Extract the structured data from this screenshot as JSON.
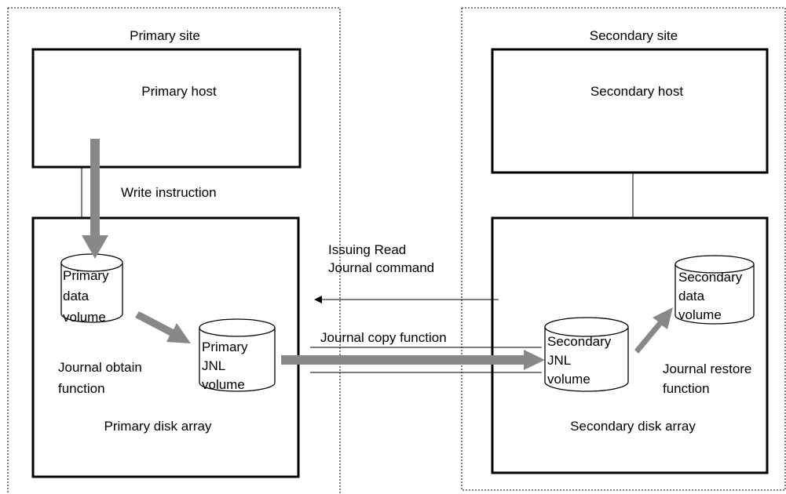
{
  "primary_site": {
    "label": "Primary site",
    "host_label": "Primary host",
    "write_label": "Write instruction",
    "array_label": "Primary disk array",
    "data_volume": [
      "Primary",
      "data",
      "volume"
    ],
    "jnl_volume": [
      "Primary",
      "JNL",
      "volume"
    ],
    "obtain_function": [
      "Journal obtain",
      "function"
    ]
  },
  "secondary_site": {
    "label": "Secondary site",
    "host_label": "Secondary host",
    "array_label": "Secondary disk array",
    "data_volume": [
      "Secondary",
      "data",
      "volume"
    ],
    "jnl_volume": [
      "Secondary",
      "JNL",
      "volume"
    ],
    "restore_function": [
      "Journal restore",
      "function"
    ]
  },
  "links": {
    "read_command": [
      "Issuing Read",
      "Journal command"
    ],
    "copy_function": "Journal copy function"
  },
  "colors": {
    "arrow": "#888888",
    "line": "#000000"
  }
}
